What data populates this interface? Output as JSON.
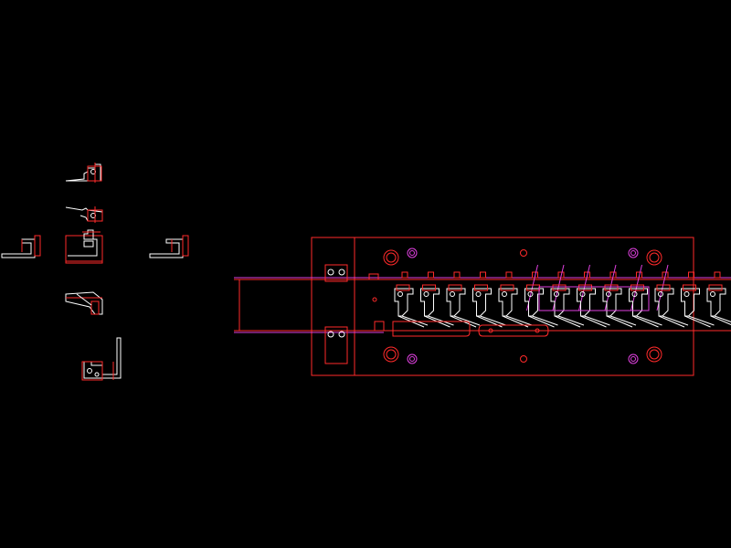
{
  "drawing": {
    "background": "#000000",
    "colors": {
      "red": "#ff2a2a",
      "white": "#ffffff",
      "magenta": "#e040e0"
    },
    "views": [
      {
        "id": "detail-top-1"
      },
      {
        "id": "detail-top-2"
      },
      {
        "id": "detail-left-side"
      },
      {
        "id": "detail-center"
      },
      {
        "id": "detail-right-side"
      },
      {
        "id": "detail-wedge"
      },
      {
        "id": "detail-l-bracket"
      },
      {
        "id": "die-plan-view"
      }
    ],
    "strip": {
      "stations": 14
    }
  }
}
